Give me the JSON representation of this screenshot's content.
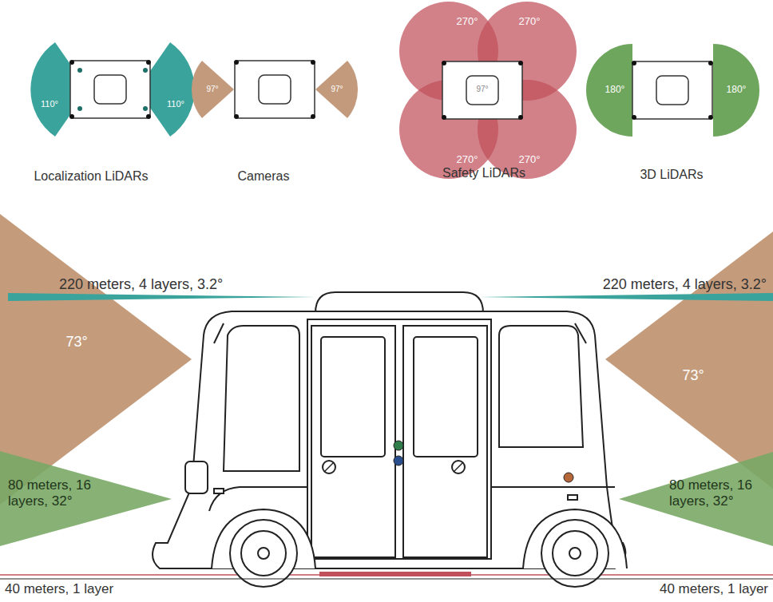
{
  "diagram": {
    "labels": [
      "110°",
      "110°",
      "97°",
      "97°",
      "270°",
      "270°",
      "97°",
      "270°",
      "270°",
      "180°",
      "180°",
      "Localization LiDARs",
      "Cameras",
      "Safety LiDARs",
      "3D LiDARs",
      "220 meters, 4 layers, 3.2°",
      "220 meters, 4 layers, 3.2°",
      "73°",
      "73°",
      "80 meters, 16 layers, 32°",
      "80 meters, 16 layers, 32°",
      "40 meters, 1 layer",
      "40 meters, 1 layer"
    ]
  }
}
